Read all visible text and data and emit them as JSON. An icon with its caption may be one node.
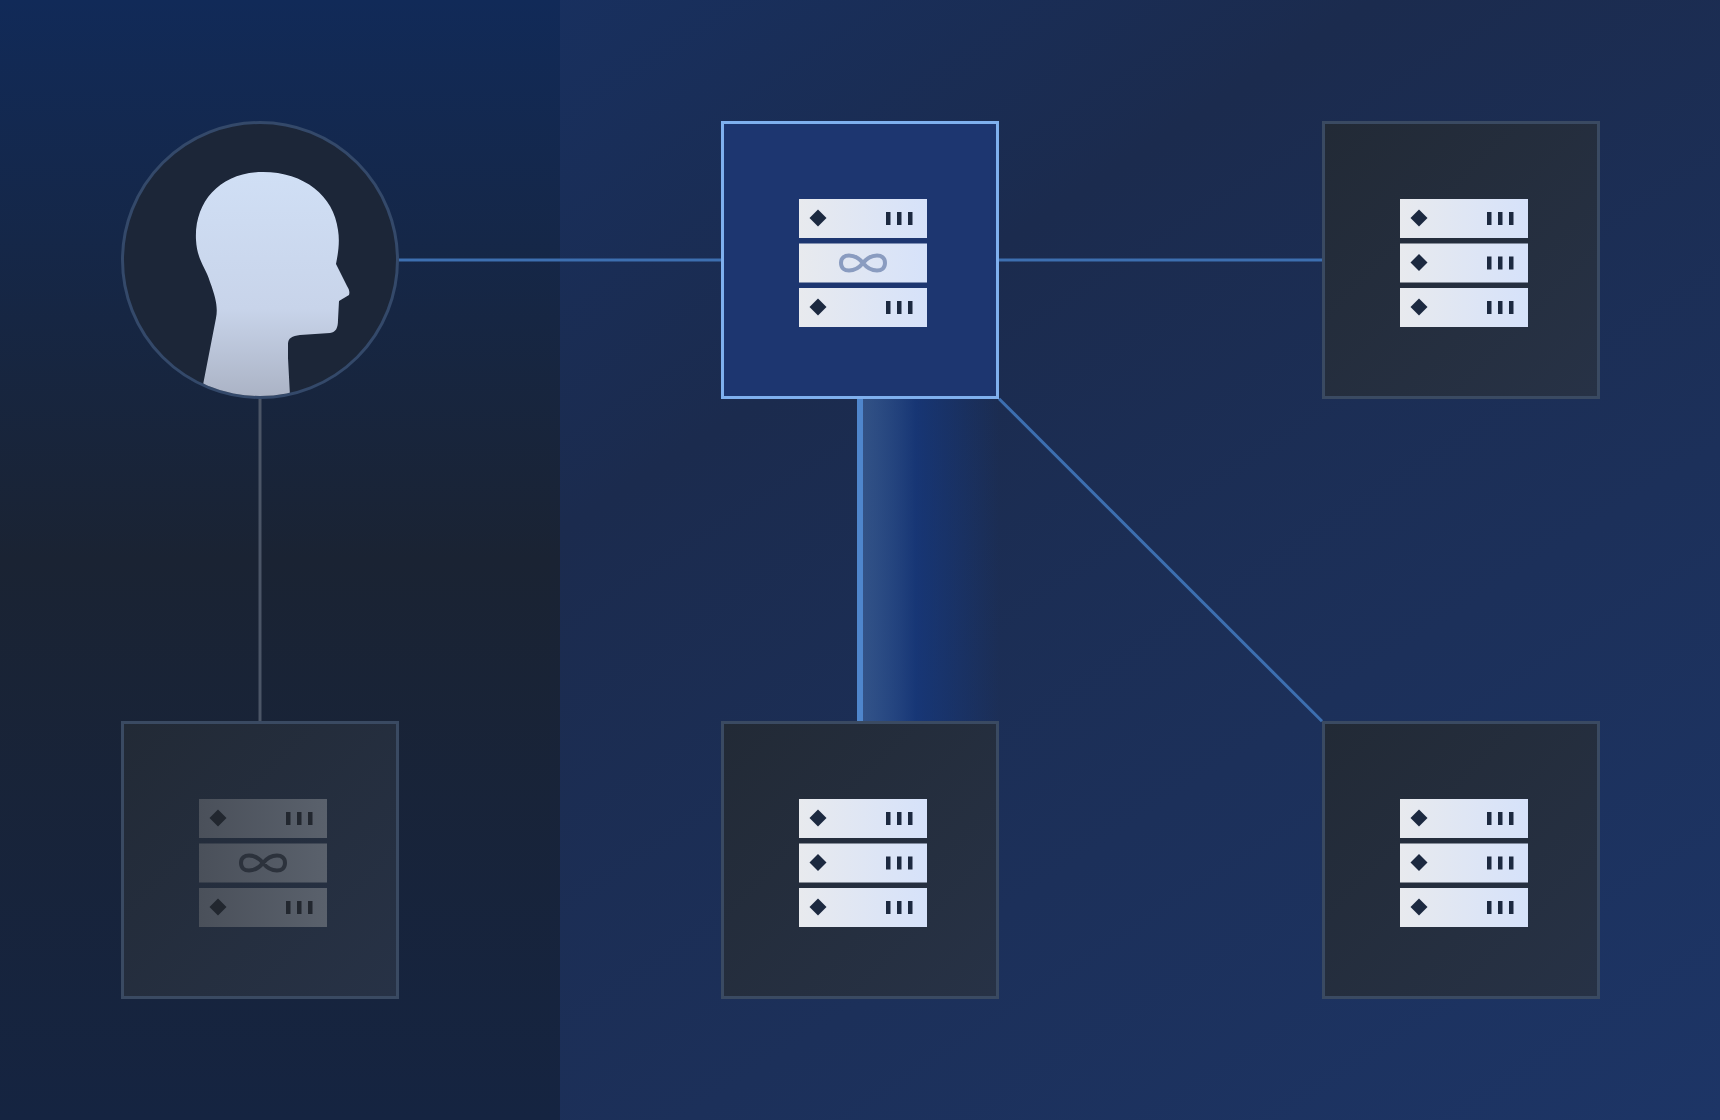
{
  "diagram": {
    "nodes": [
      {
        "text": [],
        "shape": "person"
      },
      {
        "text": [],
        "shape": "box"
      },
      {
        "text": [],
        "shape": "box"
      },
      {
        "text": [],
        "shape": "box"
      },
      {
        "text": [],
        "shape": "box"
      },
      {
        "text": [],
        "shape": "box"
      }
    ],
    "edges": [
      {
        "from": 0,
        "to": 1,
        "arrow": "none"
      },
      {
        "from": 1,
        "to": 2,
        "arrow": "none"
      },
      {
        "from": 0,
        "to": 3,
        "arrow": "none",
        "color": "#4b5566"
      },
      {
        "from": 1,
        "to": 4,
        "arrow": "none",
        "style": "thick"
      },
      {
        "from": 1,
        "to": 5,
        "arrow": "none"
      }
    ]
  }
}
